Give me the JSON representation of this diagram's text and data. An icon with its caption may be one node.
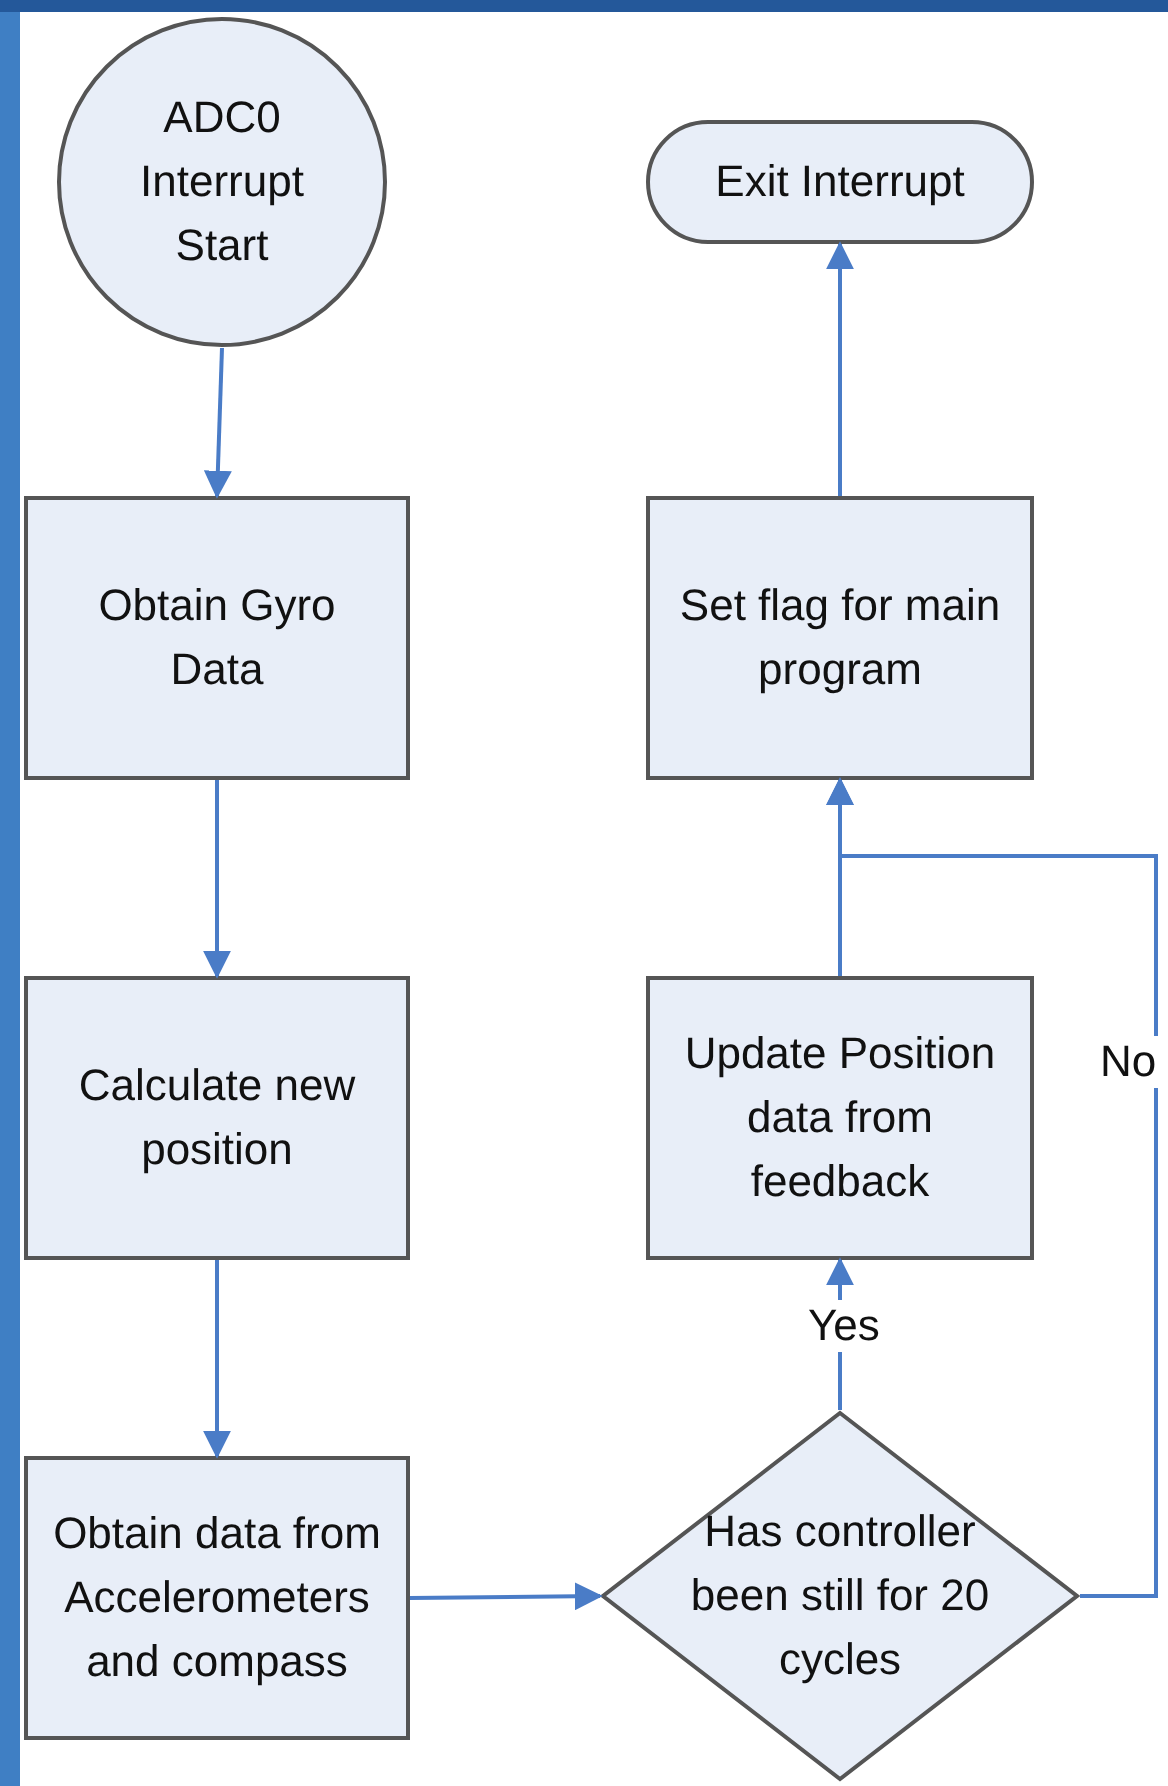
{
  "diagram": {
    "nodes": [
      {
        "text": [
          "ADC0 Interrupt Start"
        ]
      },
      {
        "text": [
          "Obtain Gyro Data"
        ]
      },
      {
        "text": [
          "Calculate new position"
        ]
      },
      {
        "text": [
          "Obtain data from Accelerometers and compass"
        ]
      },
      {
        "text": [
          "Has controller been still for 20 cycles"
        ]
      },
      {
        "text": [
          "Update Position data from feedback"
        ]
      },
      {
        "text": [
          "Set flag for main program"
        ]
      },
      {
        "text": [
          "Exit Interrupt"
        ]
      }
    ],
    "edges": [
      {
        "from": 0,
        "to": 1,
        "arrow": "to"
      },
      {
        "from": 1,
        "to": 2,
        "arrow": "to"
      },
      {
        "from": 2,
        "to": 3,
        "arrow": "to"
      },
      {
        "from": 3,
        "to": 4,
        "arrow": "to"
      },
      {
        "from": 4,
        "to": 5,
        "arrow": "to",
        "label": "Yes"
      },
      {
        "from": 5,
        "to": 6,
        "arrow": "to"
      },
      {
        "from": 4,
        "to": 6,
        "arrow": "to",
        "label": "No"
      },
      {
        "from": 6,
        "to": 7,
        "arrow": "to"
      }
    ]
  }
}
